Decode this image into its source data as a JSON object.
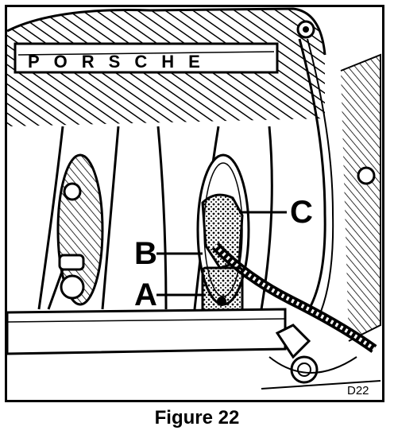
{
  "figure": {
    "brand_text": "PORSCHE",
    "callouts": [
      {
        "id": "a",
        "label": "A"
      },
      {
        "id": "b",
        "label": "B"
      },
      {
        "id": "c",
        "label": "C"
      }
    ],
    "figure_id": "D22",
    "caption": "Figure 22"
  },
  "colors": {
    "ink": "#000000",
    "paper": "#ffffff"
  }
}
